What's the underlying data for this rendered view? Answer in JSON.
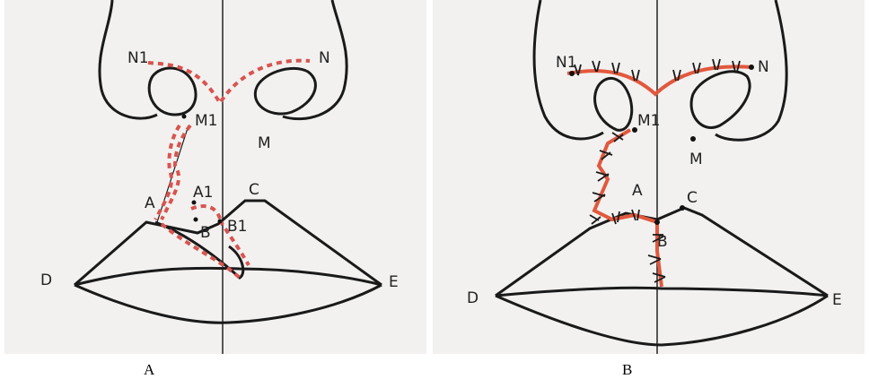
{
  "panel_a": {
    "caption": "A",
    "labels": {
      "n1": "N1",
      "n": "N",
      "m1": "M1",
      "m": "M",
      "a": "A",
      "a1": "A1",
      "b": "B",
      "b1": "B1",
      "c": "C",
      "d": "D",
      "e": "E"
    }
  },
  "panel_b": {
    "caption": "B",
    "labels": {
      "n1": "N1",
      "n": "N",
      "m1": "M1",
      "m": "M",
      "a": "A",
      "b": "B",
      "c": "C",
      "d": "D",
      "e": "E"
    }
  },
  "colors": {
    "ink": "#1a1a1a",
    "dashed_incision": "#d9534f",
    "suture_line": "#e2583e",
    "paper": "#f2f1ef"
  }
}
